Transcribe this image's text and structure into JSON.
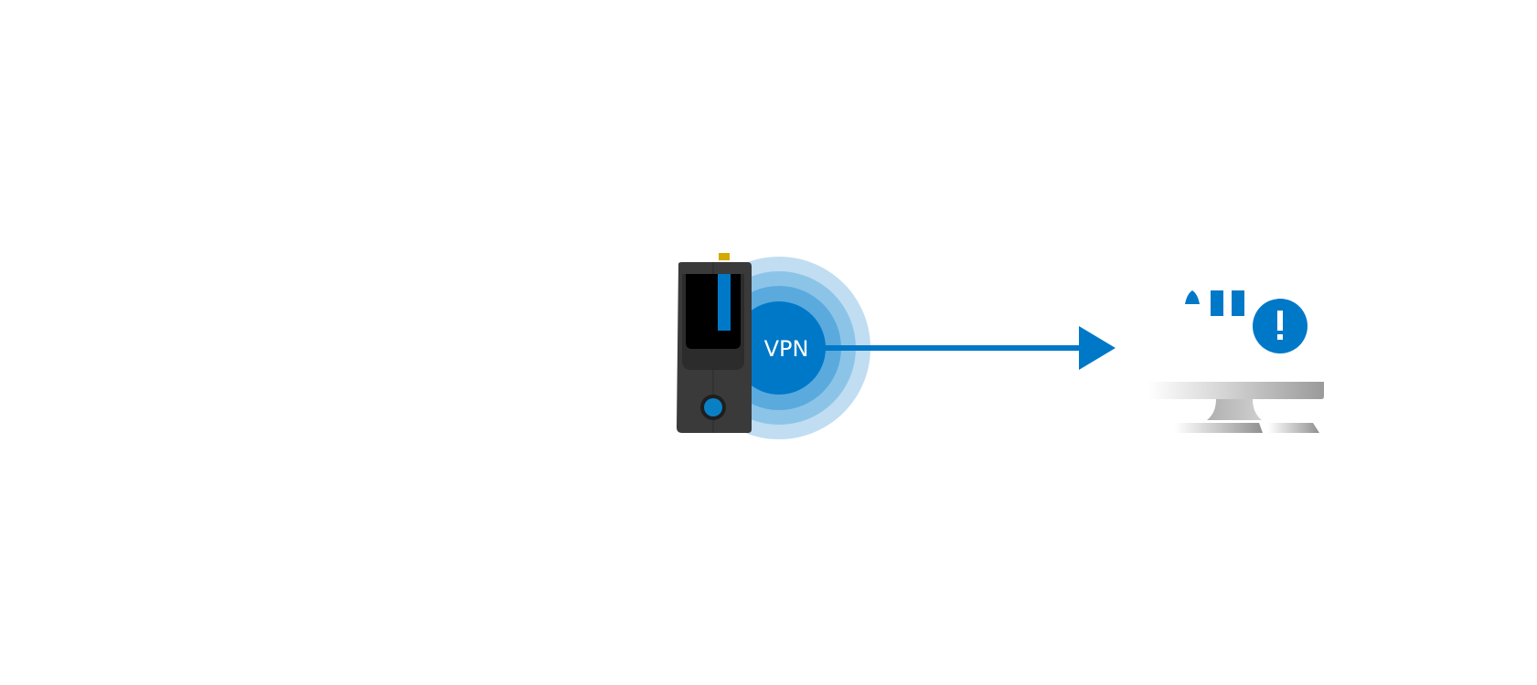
{
  "diagram": {
    "title": "",
    "nodes": [
      {
        "id": "vpn-device",
        "label": "",
        "icon": "server-device-icon"
      },
      {
        "id": "vpn-badge",
        "label": "VPN",
        "icon": "vpn-signal-icon"
      },
      {
        "id": "client-monitor",
        "label": "",
        "icon": "monitor-icon"
      }
    ],
    "edges": [
      {
        "from": "vpn-badge",
        "to": "client-monitor",
        "style": "arrow"
      }
    ],
    "status": {
      "icon": "alert-icon",
      "symbol": "!"
    },
    "colors": {
      "primary_blue": "#0078c8",
      "ring_1": "#5aaade",
      "ring_2": "#8cc4e8",
      "ring_3": "#c0ddf2",
      "device_body": "#3a3a3a",
      "device_accent": "#d4aa00",
      "monitor_gray": "#a8a8a8"
    }
  }
}
